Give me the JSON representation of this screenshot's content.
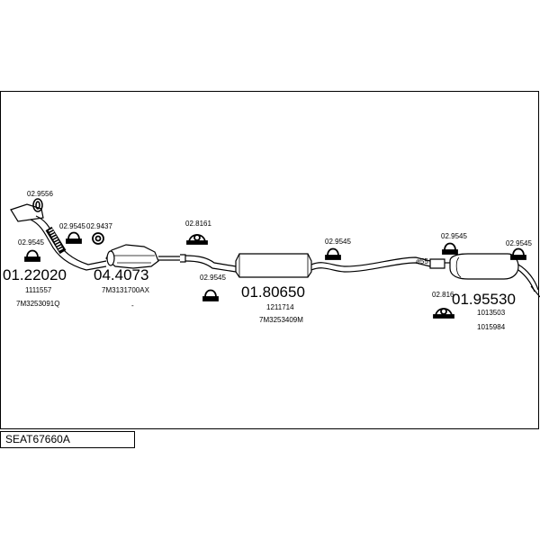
{
  "diagram_code": "SEAT67660A",
  "labels": {
    "clamp_left_top": "02.9556",
    "clamp_left_mid": "02.9545",
    "clamp_left_a": "02.9545",
    "clamp_left_b": "02.9437",
    "clamp_mid_top": "02.8161",
    "clamp_mid_low": "02.9545",
    "clamp_center": "02.9545",
    "clamp_right_top": "02.9545",
    "clamp_far_right": "02.9545",
    "clamp_right_low": "02.816",
    "pipe_diameter": "ø55"
  },
  "parts": {
    "front_pipe": {
      "number": "01.22020",
      "ref": "1111557",
      "oe": "7M3253091Q"
    },
    "catalyst": {
      "number": "04.4073",
      "oe": "7M3131700AX",
      "extra": "-"
    },
    "middle_silencer": {
      "number": "01.80650",
      "ref": "1211714",
      "oe": "7M3253409M"
    },
    "rear_silencer": {
      "number": "01.95530",
      "ref": "1013503",
      "ref2": "1015984"
    }
  }
}
